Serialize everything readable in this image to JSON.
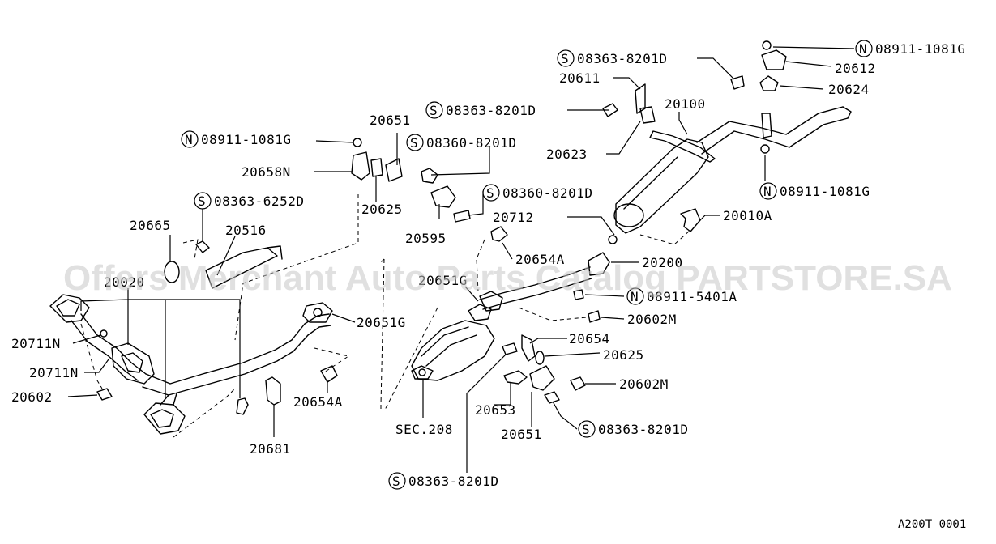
{
  "watermark": "Offers Merchant Auto Parts Catalog PARTSTORE.SA",
  "figure_ref": "A200T 0001",
  "labels": {
    "l08363_8201d_top": "08363-8201D",
    "l20611": "20611",
    "l08911_1081g_topright": "08911-1081G",
    "l20612": "20612",
    "l20624": "20624",
    "l08363_8201d_mid": "08363-8201D",
    "l20100": "20100",
    "l20651_top": "20651",
    "l08360_8201d_a": "08360-8201D",
    "l20623": "20623",
    "l08911_1081g_left": "08911-1081G",
    "l20658n": "20658N",
    "l08911_1081g_right": "08911-1081G",
    "l08360_8201d_b": "08360-8201D",
    "l20625_top": "20625",
    "l08363_6252d": "08363-6252D",
    "l20712": "20712",
    "l20010a": "20010A",
    "l20665": "20665",
    "l20516": "20516",
    "l20595": "20595",
    "l20654a_top": "20654A",
    "l20200": "20200",
    "l20020": "20020",
    "l20651g_mid": "20651G",
    "l08911_5401a": "08911-5401A",
    "l20602m_top": "20602M",
    "l20651g_left": "20651G",
    "l20711n_a": "20711N",
    "l20654": "20654",
    "l20625_bottom": "20625",
    "l20711n_b": "20711N",
    "l20602m_bottom": "20602M",
    "l20602": "20602",
    "l20654a_bottom": "20654A",
    "l20653": "20653",
    "l08363_8201d_bottomright": "08363-8201D",
    "lsec208": "SEC.208",
    "l20651_bottom": "20651",
    "l20681": "20681",
    "l08363_8201d_bottom": "08363-8201D"
  },
  "prefix": {
    "s": "S",
    "n": "N"
  }
}
